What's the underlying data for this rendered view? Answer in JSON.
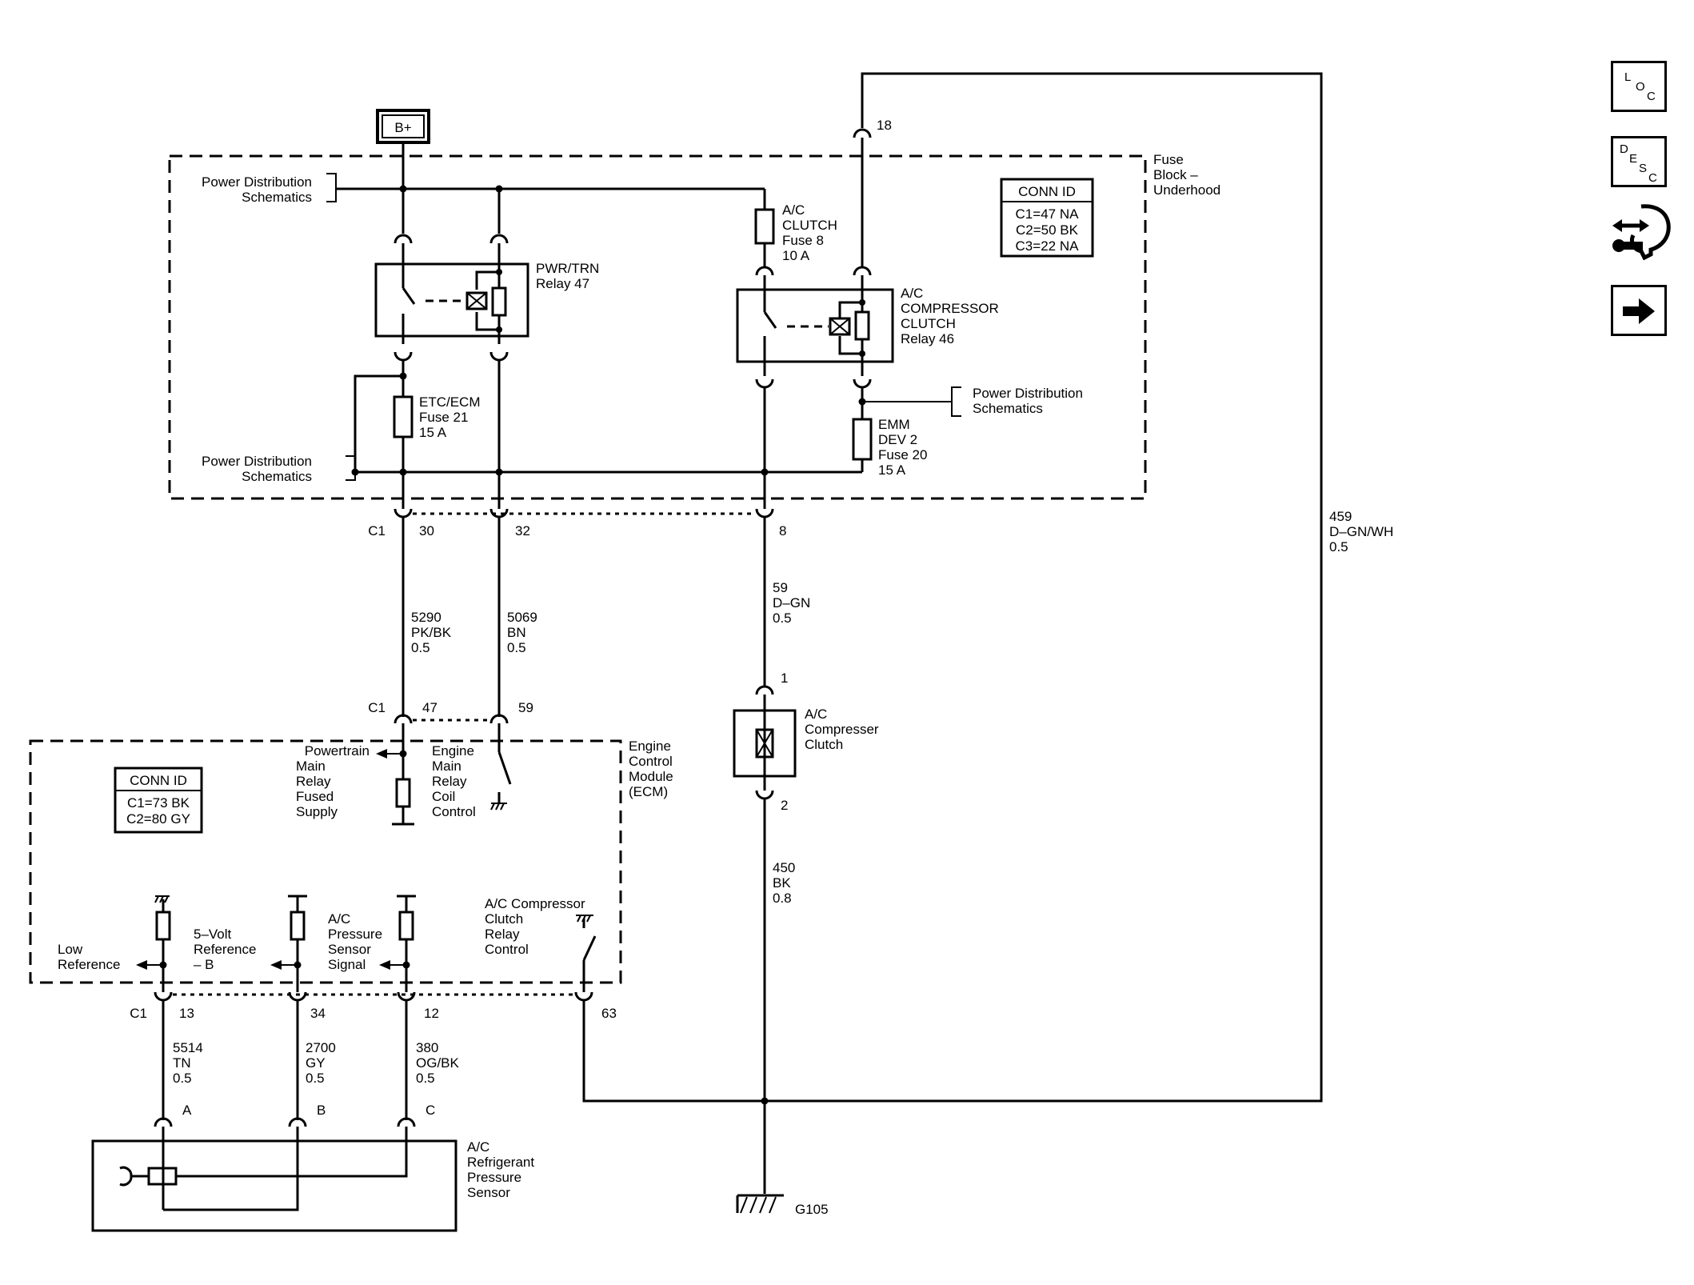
{
  "b_plus": "B+",
  "fuse_block": {
    "line1": "Fuse",
    "line2": "Block –",
    "line3": "Underhood"
  },
  "conn_id_fuse_block": {
    "title": "CONN ID",
    "c1": "C1=47 NA",
    "c2": "C2=50 BK",
    "c3": "C3=22 NA"
  },
  "conn_id_ecm": {
    "title": "CONN ID",
    "c1": "C1=73 BK",
    "c2": "C2=80 GY"
  },
  "pds_top": {
    "line1": "Power Distribution",
    "line2": "Schematics"
  },
  "pds_mid": {
    "line1": "Power Distribution",
    "line2": "Schematics"
  },
  "pds_right": {
    "line1": "Power Distribution",
    "line2": "Schematics"
  },
  "relay47": {
    "line1": "PWR/TRN",
    "line2": "Relay 47"
  },
  "relay46": {
    "line1": "A/C",
    "line2": "COMPRESSOR",
    "line3": "CLUTCH",
    "line4": "Relay 46"
  },
  "fuse8": {
    "line1": "A/C",
    "line2": "CLUTCH",
    "line3": "Fuse 8",
    "line4": "10 A"
  },
  "fuse21": {
    "line1": "ETC/ECM",
    "line2": "Fuse 21",
    "line3": "15 A"
  },
  "fuse20": {
    "line1": "EMM",
    "line2": "DEV 2",
    "line3": "Fuse 20",
    "line4": "15 A"
  },
  "pins": {
    "p18": "18",
    "c1a": "C1",
    "p30": "30",
    "p32": "32",
    "p8": "8",
    "c1b": "C1",
    "p47": "47",
    "p59": "59",
    "p1": "1",
    "p2": "2",
    "c1c": "C1",
    "p13": "13",
    "p34": "34",
    "p12": "12",
    "p63": "63",
    "pa": "A",
    "pb": "B",
    "pc": "C"
  },
  "wires": {
    "w459": {
      "num": "459",
      "color": "D–GN/WH",
      "size": "0.5"
    },
    "w5290": {
      "num": "5290",
      "color": "PK/BK",
      "size": "0.5"
    },
    "w5069": {
      "num": "5069",
      "color": "BN",
      "size": "0.5"
    },
    "w59": {
      "num": "59",
      "color": "D–GN",
      "size": "0.5"
    },
    "w450": {
      "num": "450",
      "color": "BK",
      "size": "0.8"
    },
    "w5514": {
      "num": "5514",
      "color": "TN",
      "size": "0.5"
    },
    "w2700": {
      "num": "2700",
      "color": "GY",
      "size": "0.5"
    },
    "w380": {
      "num": "380",
      "color": "OG/BK",
      "size": "0.5"
    }
  },
  "clutch": {
    "line1": "A/C",
    "line2": "Compresser",
    "line3": "Clutch"
  },
  "ecm": {
    "line1": "Engine",
    "line2": "Control",
    "line3": "Module",
    "line4": "(ECM)"
  },
  "ecm_labels": {
    "pmrfs": {
      "l1": "Powertrain",
      "l2": "Main",
      "l3": "Relay",
      "l4": "Fused",
      "l5": "Supply"
    },
    "emrcc": {
      "l1": "Engine",
      "l2": "Main",
      "l3": "Relay",
      "l4": "Coil",
      "l5": "Control"
    },
    "lowref": {
      "l1": "Low",
      "l2": "Reference"
    },
    "fivev": {
      "l1": "5–Volt",
      "l2": "Reference",
      "l3": "– B"
    },
    "acpss": {
      "l1": "A/C",
      "l2": "Pressure",
      "l3": "Sensor",
      "l4": "Signal"
    },
    "accrc": {
      "l1": "A/C Compressor",
      "l2": "Clutch",
      "l3": "Relay",
      "l4": "Control"
    }
  },
  "sensor": {
    "line1": "A/C",
    "line2": "Refrigerant",
    "line3": "Pressure",
    "line4": "Sensor"
  },
  "ground": "G105",
  "side": {
    "loc": {
      "a": "L",
      "b": "O",
      "c": "C"
    },
    "desc": {
      "a": "D",
      "b": "E",
      "c": "S",
      "d": "C"
    }
  }
}
